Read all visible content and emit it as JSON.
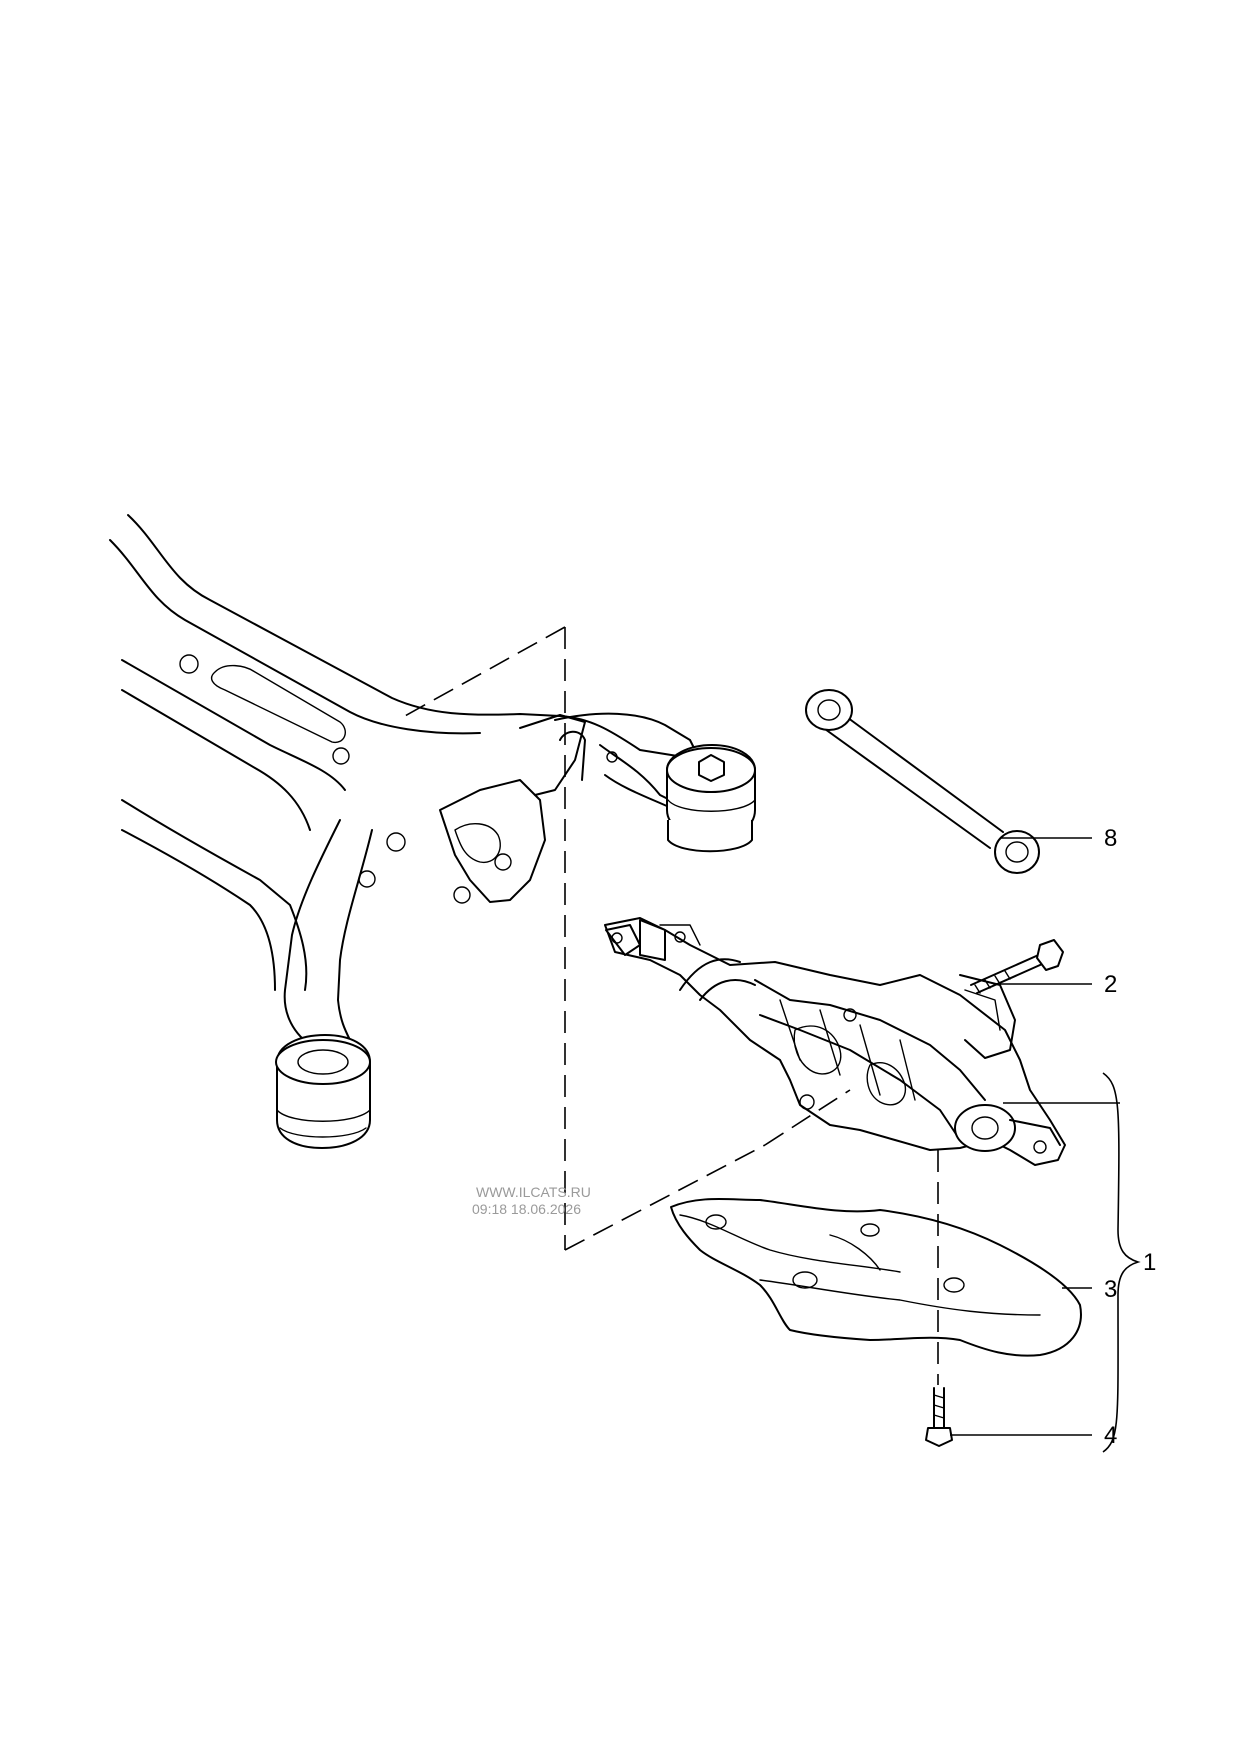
{
  "callouts": {
    "c1": "1",
    "c2": "2",
    "c3": "3",
    "c4": "4",
    "c8": "8"
  },
  "watermark": {
    "site": "WWW.ILCATS.RU",
    "timestamp": "09:18 18.06.2026"
  }
}
